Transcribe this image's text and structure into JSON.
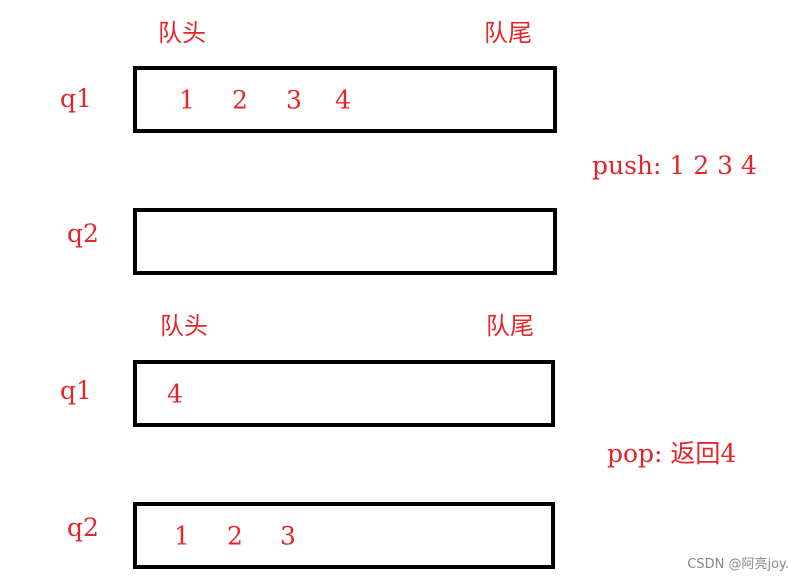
{
  "colors": {
    "accent": "#e3262b",
    "box_border": "#000000"
  },
  "top": {
    "head_label": "队头",
    "tail_label": "队尾",
    "q1": {
      "name": "q1",
      "items": [
        "1",
        "2",
        "3",
        "4"
      ]
    },
    "q2": {
      "name": "q2",
      "items": []
    },
    "op": "push: 1 2 3 4"
  },
  "bottom": {
    "head_label": "队头",
    "tail_label": "队尾",
    "q1": {
      "name": "q1",
      "items": [
        "4"
      ]
    },
    "q2": {
      "name": "q2",
      "items": [
        "1",
        "2",
        "3"
      ]
    },
    "op": "pop: 返回4"
  },
  "watermark": "CSDN @阿亮joy."
}
